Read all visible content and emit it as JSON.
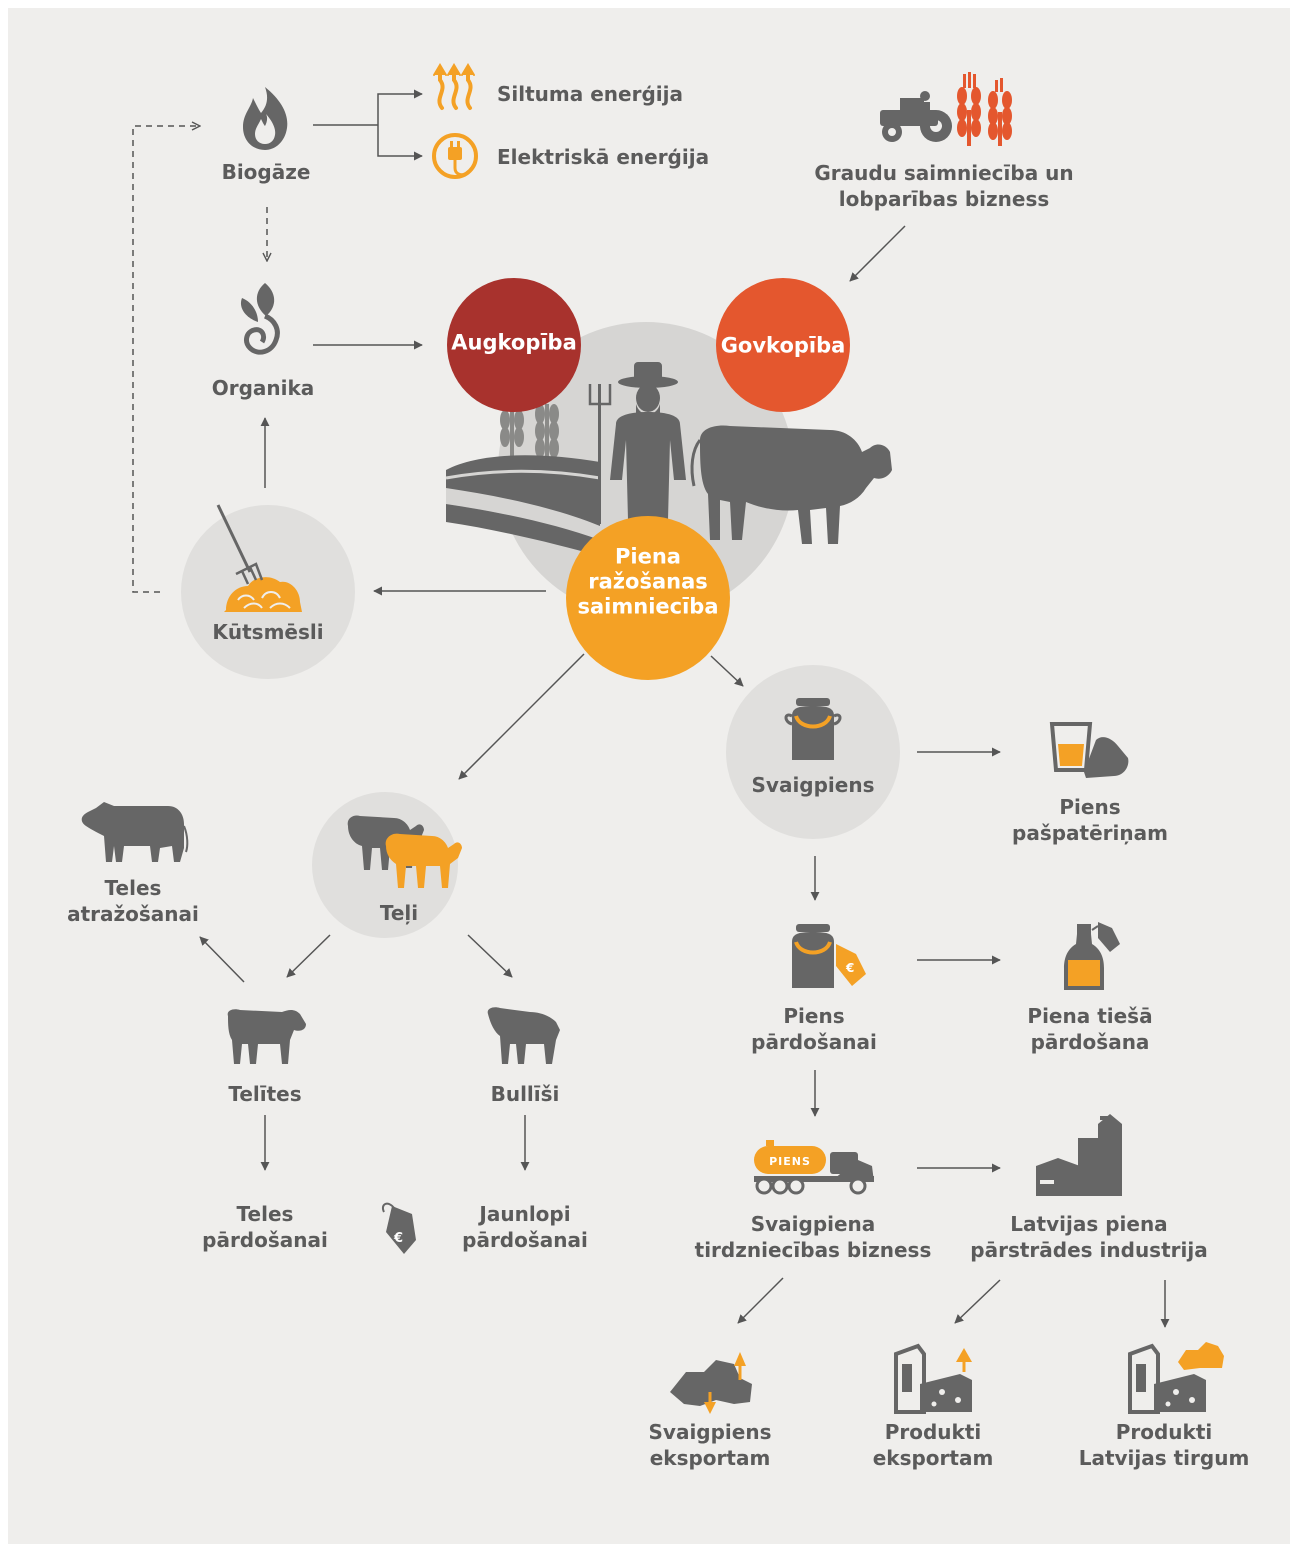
{
  "colors": {
    "panel": "#efeeec",
    "gray_icon": "#666666",
    "gray_circle": "#d6d5d3",
    "orange": "#f4a125",
    "dark_red": "#a8322d",
    "red_orange": "#e4572e",
    "arrow": "#555555"
  },
  "energy": {
    "biogas": "Biogāze",
    "heat": "Siltuma enerģija",
    "electric": "Elektriskā enerģija"
  },
  "grain": {
    "line1": "Graudu saimniecība un",
    "line2": "lobparības bizness"
  },
  "organic": "Organika",
  "hubs": {
    "crop": "Augkopība",
    "cattle": "Govkopība",
    "dairy_farm": {
      "line1": "Piena",
      "line2": "ražošanas",
      "line3": "saimniecība"
    }
  },
  "manure": "Kūtsmēsli",
  "calves": {
    "title": "Teļi",
    "breeding": {
      "line1": "Teles",
      "line2": "atražošanai"
    },
    "heifers": "Telītes",
    "bulls": "Bullīši",
    "heifer_sale": {
      "line1": "Teles",
      "line2": "pārdošanai"
    },
    "young_sale": {
      "line1": "Jaunlopi",
      "line2": "pārdošanai"
    }
  },
  "milk": {
    "raw": "Svaigpiens",
    "self_use": {
      "line1": "Piens",
      "line2": "pašpatēriņam"
    },
    "for_sale": {
      "line1": "Piens",
      "line2": "pārdošanai"
    },
    "direct_sale": {
      "line1": "Piena tiešā",
      "line2": "pārdošana"
    },
    "truck_label": "PIENS",
    "trade": {
      "line1": "Svaigpiena",
      "line2": "tirdzniecības bizness"
    },
    "processing": {
      "line1": "Latvijas piena",
      "line2": "pārstrādes industrija"
    }
  },
  "outputs": {
    "raw_export": {
      "line1": "Svaigpiens",
      "line2": "eksportam"
    },
    "product_export": {
      "line1": "Produkti",
      "line2": "eksportam"
    },
    "product_local": {
      "line1": "Produkti",
      "line2": "Latvijas tirgum"
    }
  }
}
